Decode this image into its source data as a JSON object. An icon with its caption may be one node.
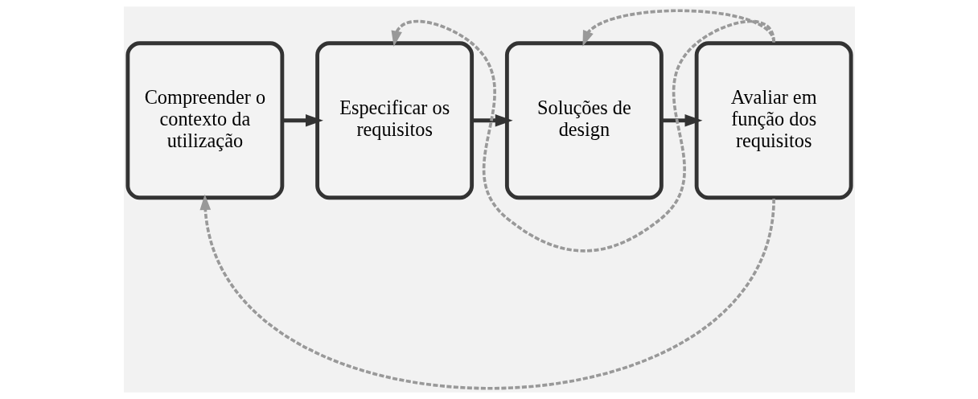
{
  "diagram": {
    "nodes": [
      {
        "text": [
          "Compreender o contexto da utilização"
        ]
      },
      {
        "text": [
          "Especificar os requisitos"
        ]
      },
      {
        "text": [
          "Soluções de design"
        ]
      },
      {
        "text": [
          "Avaliar em função dos requisitos"
        ]
      }
    ],
    "edges": [
      {
        "from": 0,
        "to": 1,
        "arrow": "to"
      },
      {
        "from": 1,
        "to": 2,
        "arrow": "to"
      },
      {
        "from": 2,
        "to": 3,
        "arrow": "to"
      },
      {
        "from": 3,
        "to": 1,
        "arrow": "to",
        "style": "dashed",
        "color": "#999999"
      },
      {
        "from": 3,
        "to": 2,
        "arrow": "to",
        "style": "dashed",
        "color": "#999999"
      },
      {
        "from": 3,
        "to": 0,
        "arrow": "to",
        "style": "dashed",
        "color": "#999999"
      }
    ]
  }
}
